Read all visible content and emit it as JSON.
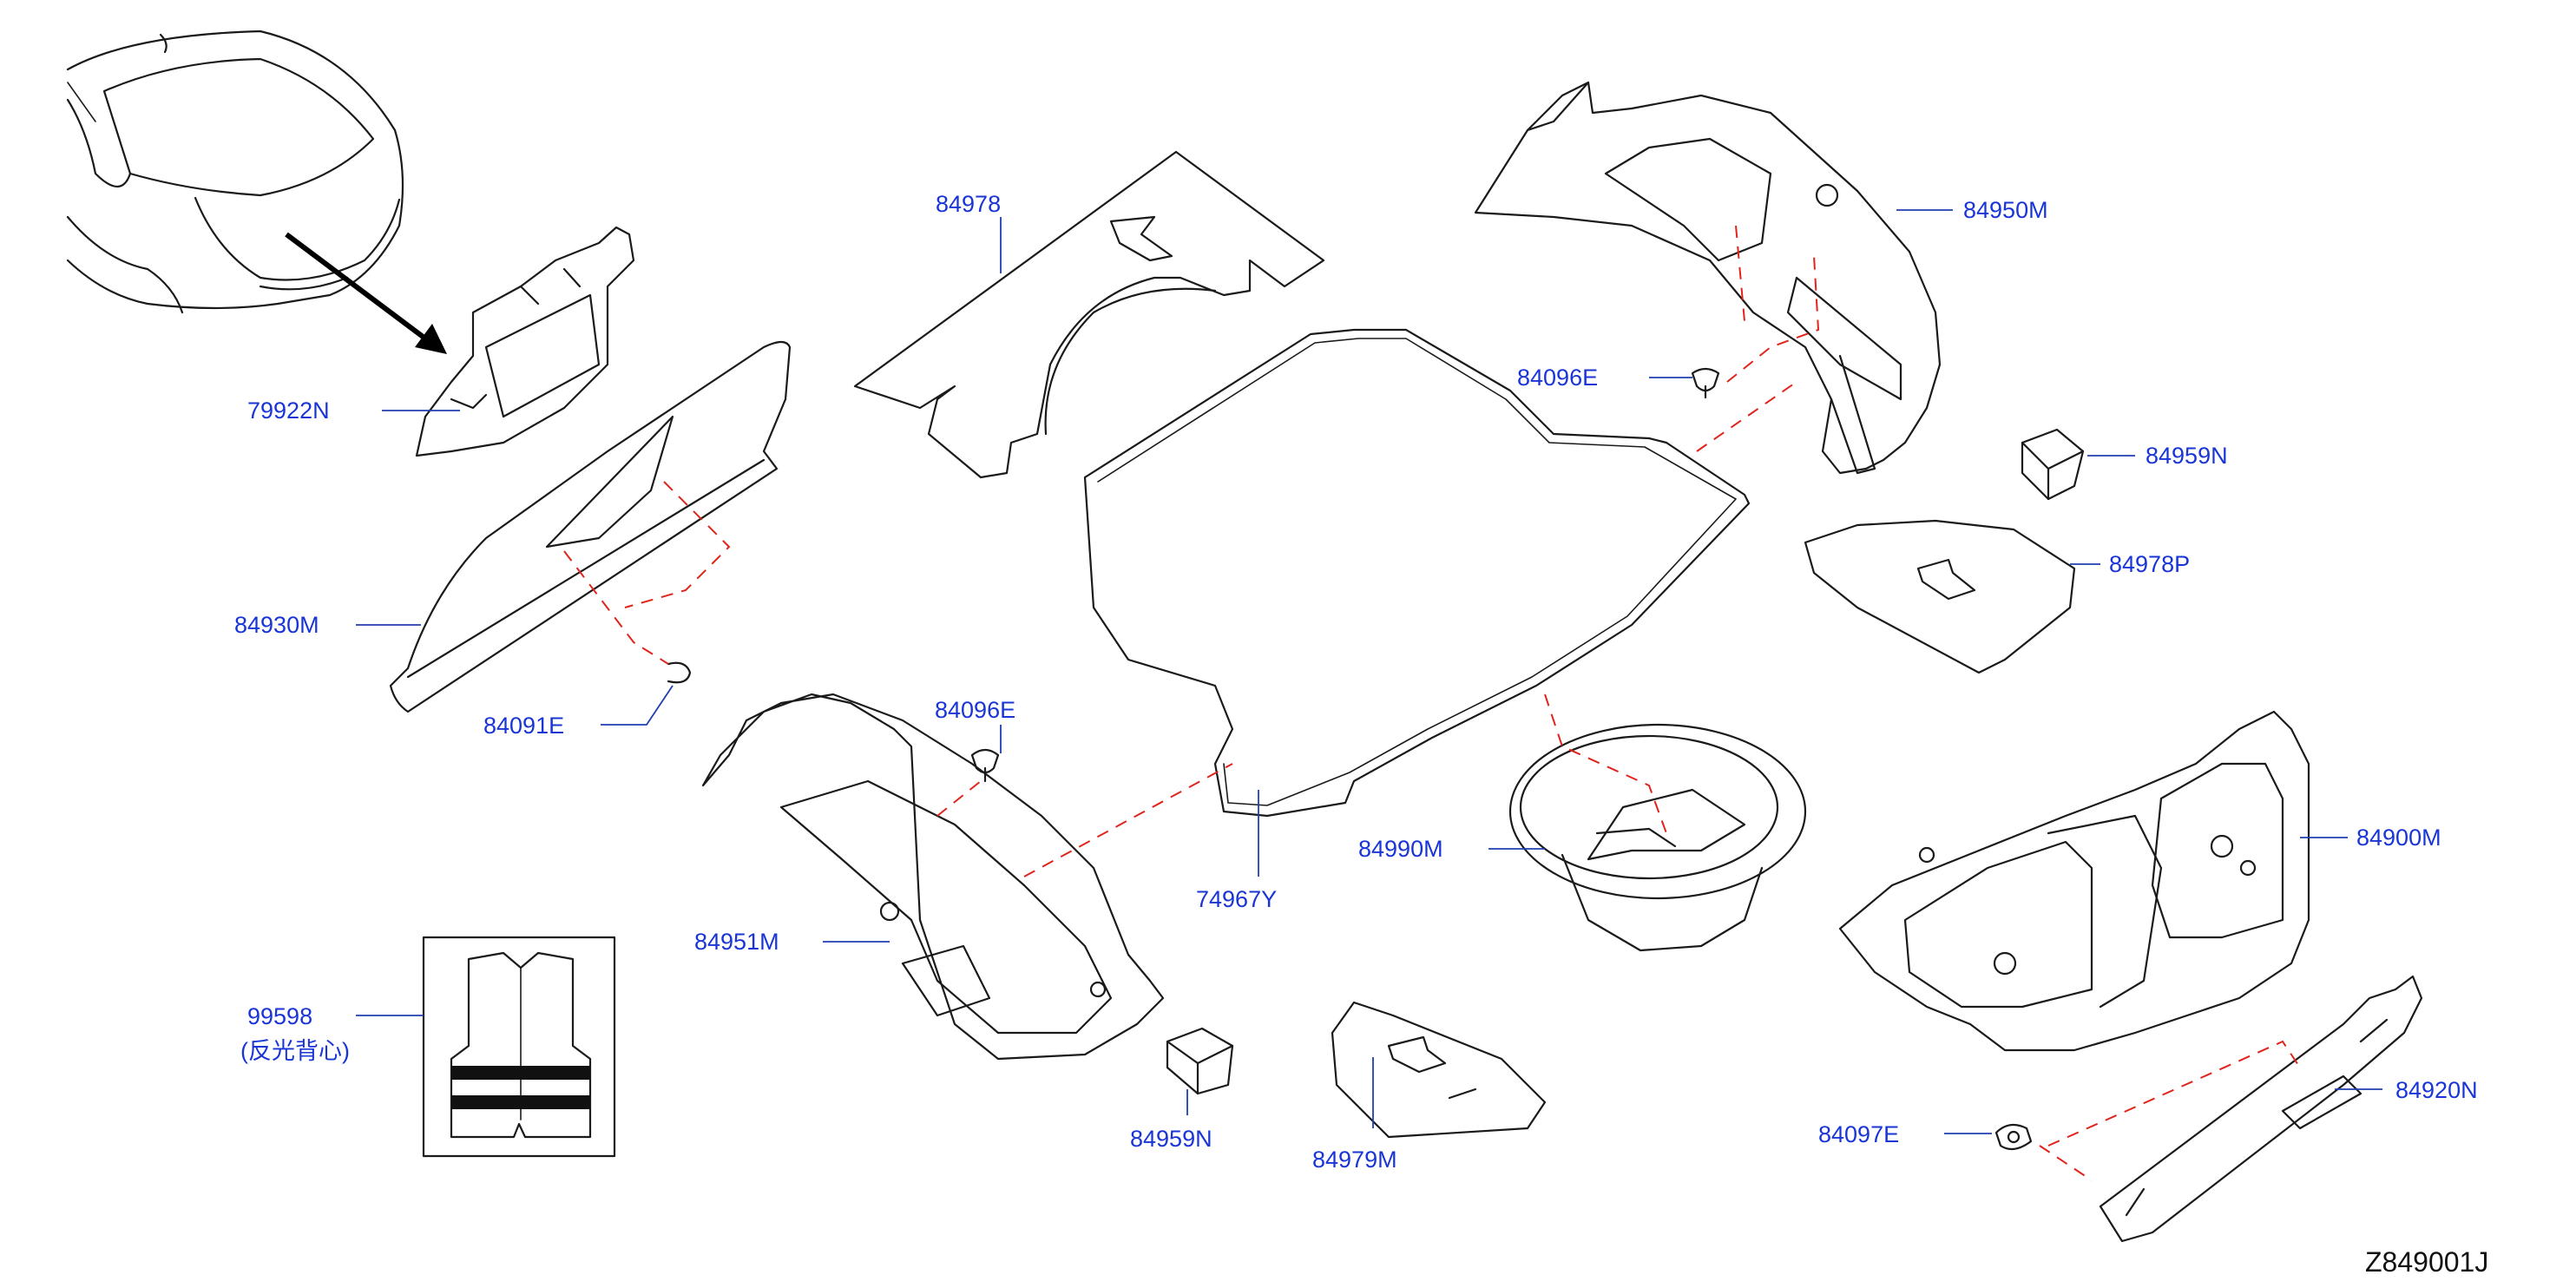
{
  "diagram": {
    "callouts": [
      {
        "id": "79922N",
        "text": "79922N"
      },
      {
        "id": "84930M",
        "text": "84930M"
      },
      {
        "id": "84091E",
        "text": "84091E"
      },
      {
        "id": "84978",
        "text": "84978"
      },
      {
        "id": "84950M",
        "text": "84950M"
      },
      {
        "id": "84096E_top",
        "text": "84096E"
      },
      {
        "id": "84959N_right",
        "text": "84959N"
      },
      {
        "id": "84978P",
        "text": "84978P"
      },
      {
        "id": "84096E_mid",
        "text": "84096E"
      },
      {
        "id": "84990M",
        "text": "84990M"
      },
      {
        "id": "84900M",
        "text": "84900M"
      },
      {
        "id": "74967Y",
        "text": "74967Y"
      },
      {
        "id": "84951M",
        "text": "84951M"
      },
      {
        "id": "99598",
        "text": "99598"
      },
      {
        "id": "99598_note",
        "text": "(反光背心)"
      },
      {
        "id": "84959N_bottom",
        "text": "84959N"
      },
      {
        "id": "84979M",
        "text": "84979M"
      },
      {
        "id": "84097E",
        "text": "84097E"
      },
      {
        "id": "84920N",
        "text": "84920N"
      }
    ],
    "drawing_code": "Z849001J",
    "colors": {
      "label": "#1a35d6",
      "line": "#1a1a1a",
      "dash": "#e0241c"
    }
  }
}
